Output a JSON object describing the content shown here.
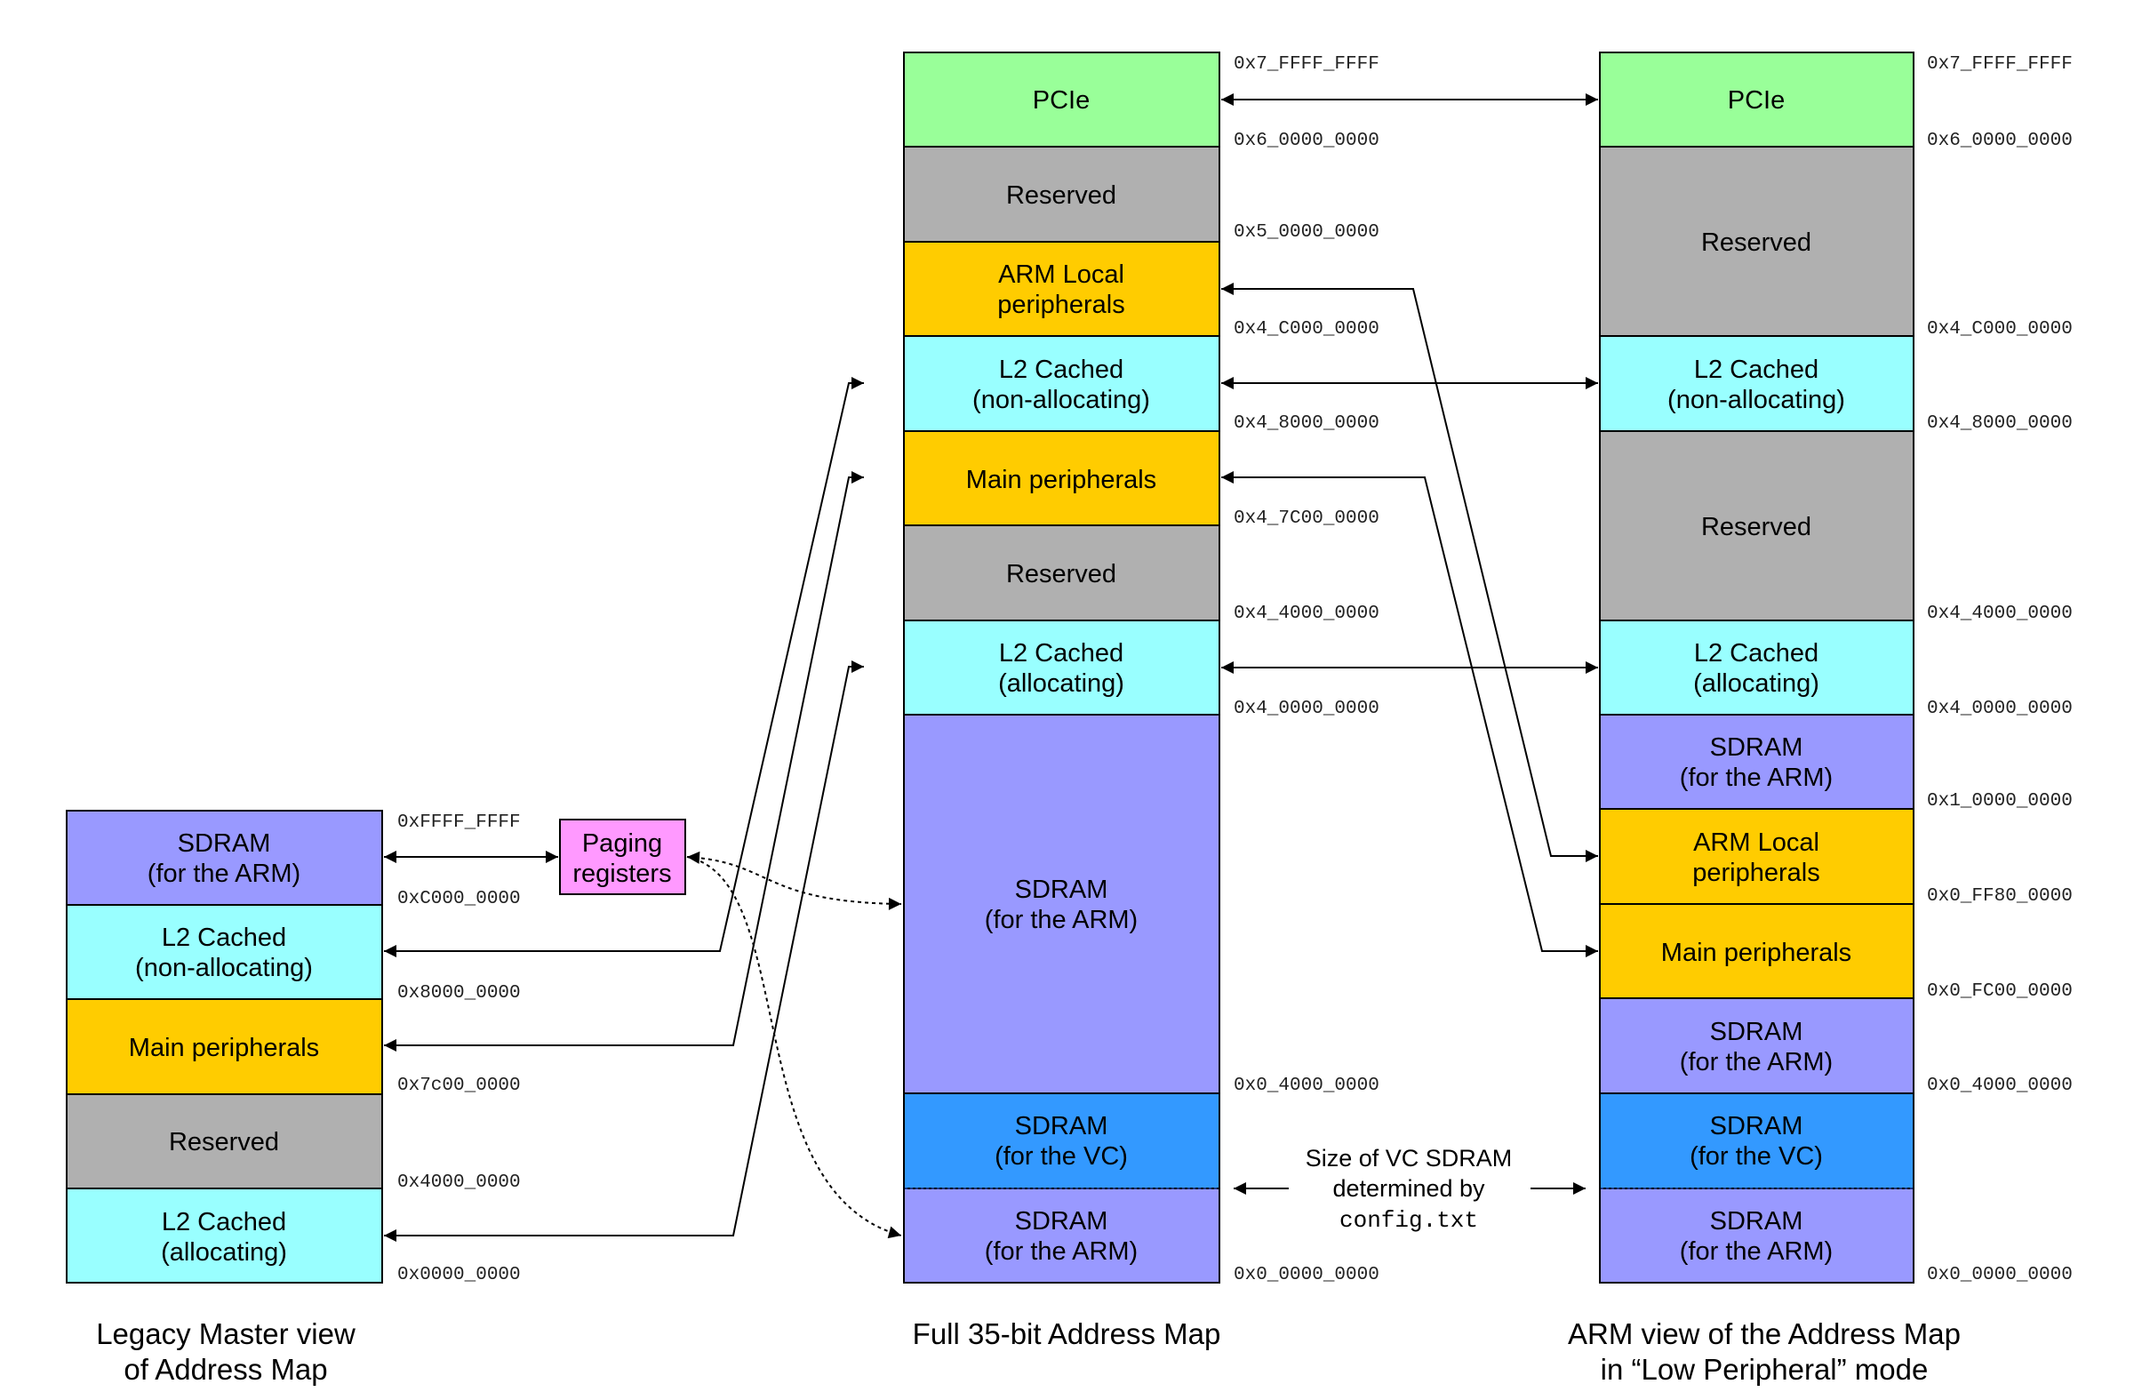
{
  "colors": {
    "pcie": "#99ff99",
    "reserved": "#b0b0b0",
    "peripherals": "#ffcc00",
    "l2": "#99ffff",
    "sdram_arm": "#9999ff",
    "sdram_vc": "#3399ff",
    "paging": "#ff99ff"
  },
  "legacy": {
    "caption": [
      "Legacy Master view",
      "of Address Map"
    ],
    "blocks": [
      {
        "lines": [
          "SDRAM",
          "(for the ARM)"
        ],
        "color": "#9999ff"
      },
      {
        "lines": [
          "L2 Cached",
          "(non-allocating)"
        ],
        "color": "#99ffff"
      },
      {
        "lines": [
          "Main peripherals"
        ],
        "color": "#ffcc00"
      },
      {
        "lines": [
          "Reserved"
        ],
        "color": "#b0b0b0"
      },
      {
        "lines": [
          "L2 Cached",
          "(allocating)"
        ],
        "color": "#99ffff"
      }
    ],
    "addresses": [
      "0xFFFF_FFFF",
      "0xC000_0000",
      "0x8000_0000",
      "0x7c00_0000",
      "0x4000_0000",
      "0x0000_0000"
    ]
  },
  "paging": {
    "lines": [
      "Paging",
      "registers"
    ]
  },
  "full": {
    "caption": [
      "Full 35-bit Address Map"
    ],
    "blocks": [
      {
        "lines": [
          "PCIe"
        ],
        "color": "#99ff99"
      },
      {
        "lines": [
          "Reserved"
        ],
        "color": "#b0b0b0"
      },
      {
        "lines": [
          "ARM Local",
          "peripherals"
        ],
        "color": "#ffcc00"
      },
      {
        "lines": [
          "L2 Cached",
          "(non-allocating)"
        ],
        "color": "#99ffff"
      },
      {
        "lines": [
          "Main peripherals"
        ],
        "color": "#ffcc00"
      },
      {
        "lines": [
          "Reserved"
        ],
        "color": "#b0b0b0"
      },
      {
        "lines": [
          "L2 Cached",
          "(allocating)"
        ],
        "color": "#99ffff"
      },
      {
        "lines": [
          "SDRAM",
          "(for the ARM)"
        ],
        "color": "#9999ff"
      },
      {
        "lines": [
          "SDRAM",
          "(for the VC)"
        ],
        "color": "#3399ff"
      },
      {
        "lines": [
          "SDRAM",
          "(for the ARM)"
        ],
        "color": "#9999ff"
      }
    ],
    "addresses": [
      "0x7_FFFF_FFFF",
      "0x6_0000_0000",
      "0x5_0000_0000",
      "0x4_C000_0000",
      "0x4_8000_0000",
      "0x4_7C00_0000",
      "0x4_4000_0000",
      "0x4_0000_0000",
      "0x0_4000_0000",
      "0x0_0000_0000"
    ]
  },
  "arm": {
    "caption": [
      "ARM view of the Address Map",
      "in “Low Peripheral” mode"
    ],
    "blocks": [
      {
        "lines": [
          "PCIe"
        ],
        "color": "#99ff99"
      },
      {
        "lines": [
          "Reserved"
        ],
        "color": "#b0b0b0"
      },
      {
        "lines": [
          "L2 Cached",
          "(non-allocating)"
        ],
        "color": "#99ffff"
      },
      {
        "lines": [
          "Reserved"
        ],
        "color": "#b0b0b0"
      },
      {
        "lines": [
          "L2 Cached",
          "(allocating)"
        ],
        "color": "#99ffff"
      },
      {
        "lines": [
          "SDRAM",
          "(for the ARM)"
        ],
        "color": "#9999ff"
      },
      {
        "lines": [
          "ARM Local",
          "peripherals"
        ],
        "color": "#ffcc00"
      },
      {
        "lines": [
          "Main peripherals"
        ],
        "color": "#ffcc00"
      },
      {
        "lines": [
          "SDRAM",
          "(for the ARM)"
        ],
        "color": "#9999ff"
      },
      {
        "lines": [
          "SDRAM",
          "(for the VC)"
        ],
        "color": "#3399ff"
      },
      {
        "lines": [
          "SDRAM",
          "(for the ARM)"
        ],
        "color": "#9999ff"
      }
    ],
    "addresses": [
      "0x7_FFFF_FFFF",
      "0x6_0000_0000",
      "0x4_C000_0000",
      "0x4_8000_0000",
      "0x4_4000_0000",
      "0x4_0000_0000",
      "0x1_0000_0000",
      "0x0_FF80_0000",
      "0x0_FC00_0000",
      "0x0_4000_0000",
      "0x0_0000_0000"
    ]
  },
  "vc_note": {
    "lines": [
      "Size of VC SDRAM",
      "determined by"
    ],
    "file": "config.txt"
  }
}
